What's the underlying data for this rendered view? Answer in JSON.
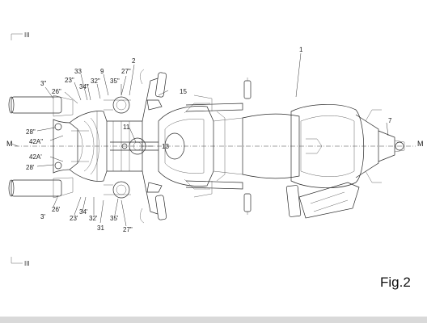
{
  "figure": {
    "caption": "Fig.2",
    "section_marker": "III",
    "axis_label": "M"
  },
  "labels": {
    "l1": "1",
    "l2": "2",
    "l3a": "3\"",
    "l3b": "3'",
    "l7": "7",
    "l9": "9",
    "l11": "11",
    "l13": "13",
    "l15": "15",
    "l23a": "23\"",
    "l23b": "23'",
    "l26a": "26\"",
    "l26b": "26'",
    "l27a": "27\"",
    "l27b": "27\"",
    "l28a": "28\"",
    "l28b": "28'",
    "l31": "31",
    "l32a": "32\"",
    "l32b": "32'",
    "l33": "33",
    "l34a": "34\"",
    "l34b": "34'",
    "l35a": "35\"",
    "l35b": "35'",
    "l42a": "42A\"",
    "l42b": "42A'"
  },
  "colors": {
    "line": "#2a2a2a",
    "background": "#ffffff",
    "footer": "#d9d9d9"
  }
}
